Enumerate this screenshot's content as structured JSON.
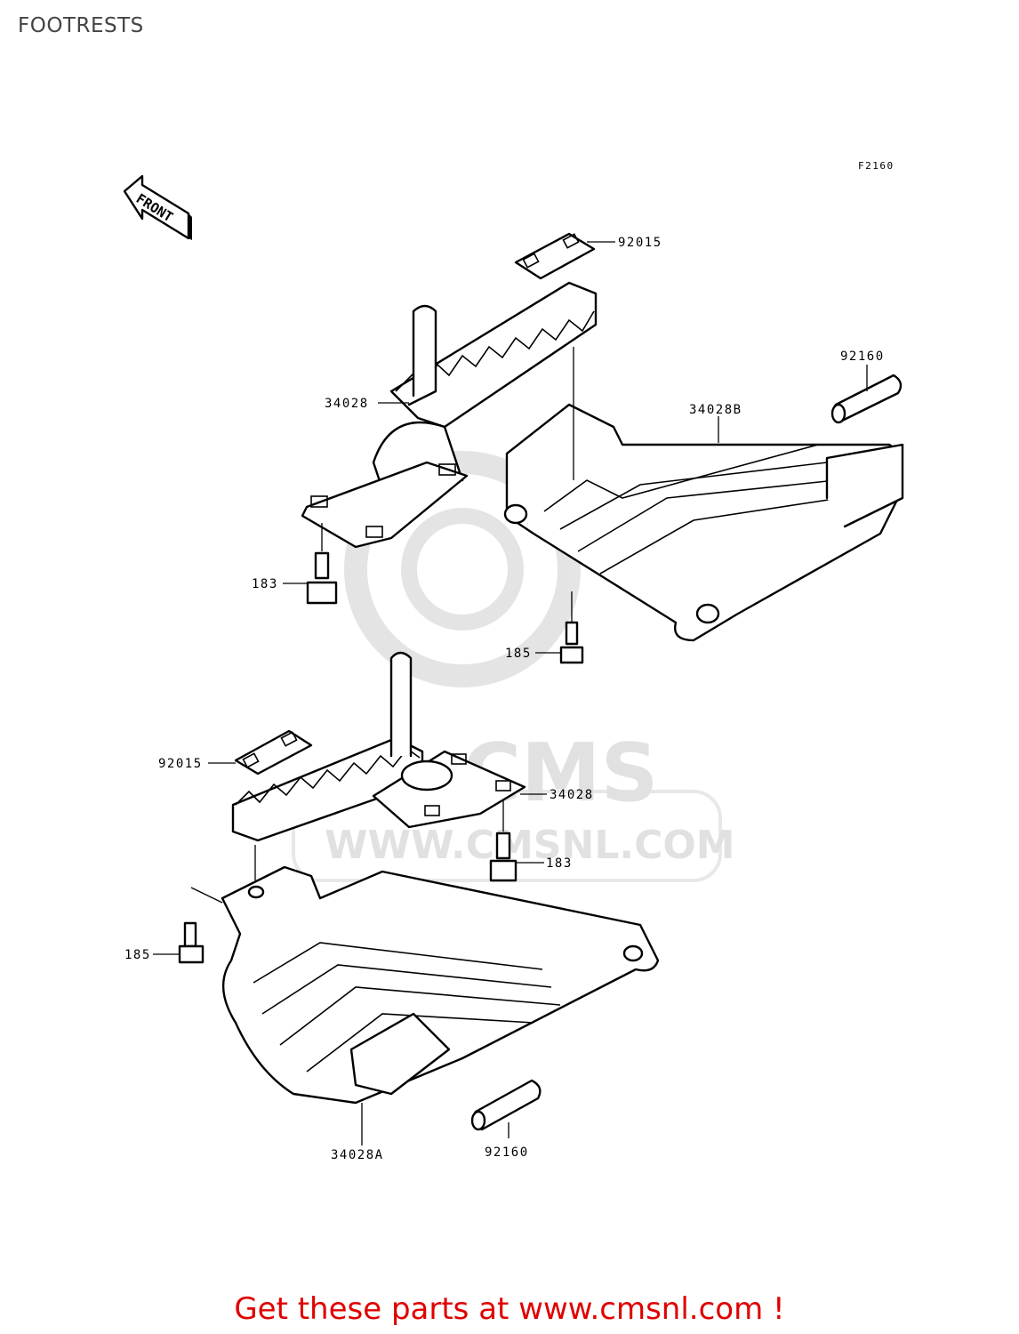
{
  "page": {
    "title": "FOOTRESTS"
  },
  "figure": {
    "id": "F2160",
    "front_label": "FRONT"
  },
  "watermark": {
    "text": "WWW.CMSNL.COM",
    "brand": "CMS"
  },
  "callouts": [
    {
      "part_number": "92015"
    },
    {
      "part_number": "34028"
    },
    {
      "part_number": "183"
    },
    {
      "part_number": "92160"
    },
    {
      "part_number": "34028B"
    },
    {
      "part_number": "185"
    },
    {
      "part_number": "92015"
    },
    {
      "part_number": "34028"
    },
    {
      "part_number": "183"
    },
    {
      "part_number": "185"
    },
    {
      "part_number": "34028A"
    },
    {
      "part_number": "92160"
    }
  ],
  "footer": {
    "link_text": "Get these parts at www.cmsnl.com !",
    "color": "#e00000"
  }
}
